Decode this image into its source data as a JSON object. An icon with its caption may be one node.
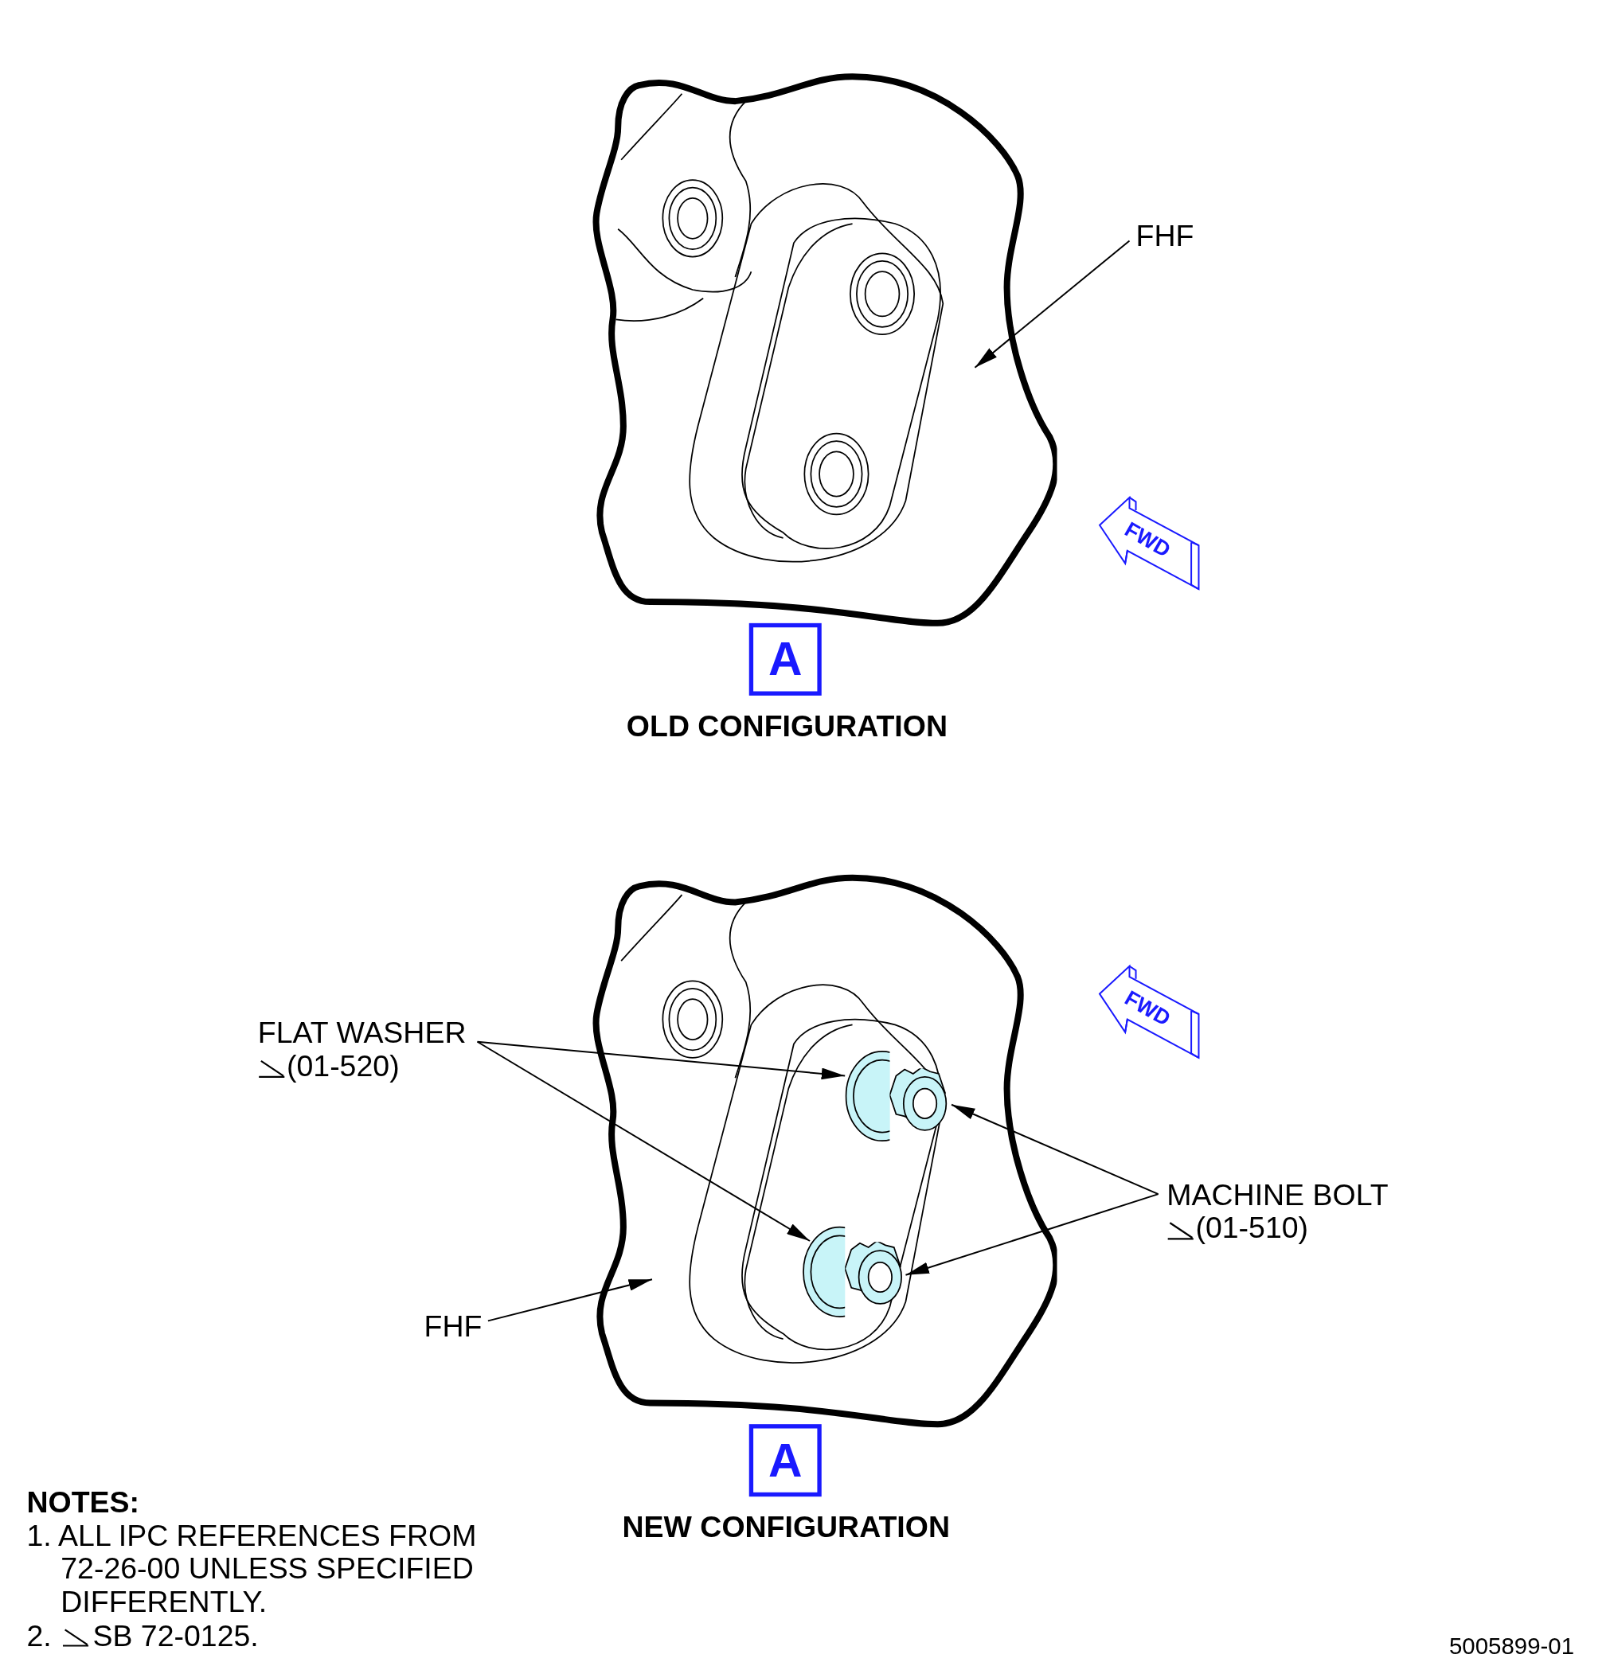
{
  "diagram": {
    "nodes": [
      {
        "text": [
          "FHF"
        ]
      },
      {
        "text": [],
        "shape": "picture"
      },
      {
        "text": [
          "FLAT WASHER",
          "(01-520)"
        ]
      },
      {
        "text": [],
        "shape": "picture",
        "in": 9
      },
      {
        "text": [],
        "shape": "picture",
        "in": 9
      },
      {
        "text": [
          "MACHINE BOLT",
          "(01-510)"
        ]
      },
      {
        "text": [],
        "shape": "picture",
        "in": 9
      },
      {
        "text": [],
        "shape": "picture",
        "in": 9
      },
      {
        "text": [
          "FHF"
        ]
      },
      {
        "text": [],
        "shape": "picture"
      }
    ],
    "edges": [
      {
        "from": 0,
        "to": 1,
        "arrow": "to"
      },
      {
        "from": 2,
        "to": 3,
        "arrow": "to"
      },
      {
        "from": 2,
        "to": 4,
        "arrow": "to"
      },
      {
        "from": 5,
        "to": 6,
        "arrow": "to"
      },
      {
        "from": 5,
        "to": 7,
        "arrow": "to"
      },
      {
        "from": 8,
        "to": 9,
        "arrow": "to"
      }
    ],
    "labels": [
      "FWD",
      "A",
      "OLD CONFIGURATION",
      "FWD",
      "A",
      "NEW CONFIGURATION",
      "NOTES:",
      "1. ALL IPC REFERENCES FROM 72-26-00 UNLESS SPECIFIED DIFFERENTLY.",
      "2.",
      "SB 72-0125.",
      "5005899-01"
    ]
  }
}
